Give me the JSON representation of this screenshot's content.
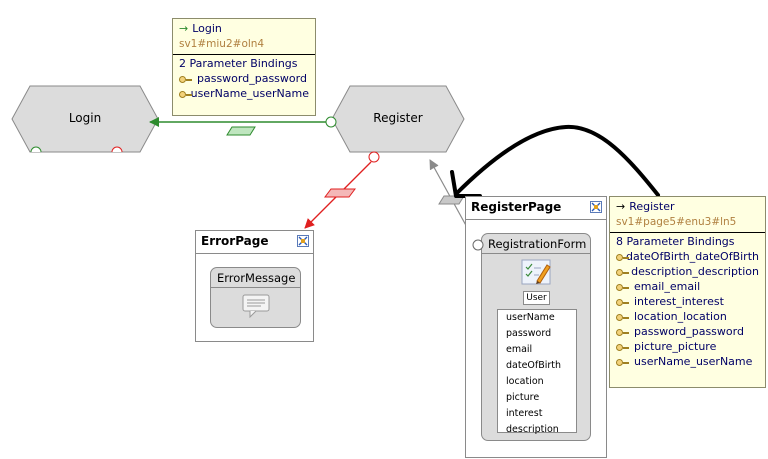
{
  "nodes": {
    "login": {
      "label": "Login"
    },
    "register": {
      "label": "Register"
    }
  },
  "tooltip_login": {
    "title": "Login",
    "id": "sv1#miu2#oln4",
    "bindings_header": "2 Parameter Bindings",
    "bindings": [
      "password_password",
      "userName_userName"
    ]
  },
  "tooltip_register": {
    "title": "Register",
    "id": "sv1#page5#enu3#ln5",
    "bindings_header": "8 Parameter Bindings",
    "bindings": [
      "dateOfBirth_dateOfBirth",
      "description_description",
      "email_email",
      "interest_interest",
      "location_location",
      "password_password",
      "picture_picture",
      "userName_userName"
    ]
  },
  "error_page": {
    "title": "ErrorPage",
    "unit_title": "ErrorMessage"
  },
  "register_page": {
    "title": "RegisterPage",
    "unit_title": "RegistrationForm",
    "entity": "User",
    "fields": [
      "userName",
      "password",
      "email",
      "dateOfBirth",
      "location",
      "picture",
      "interest",
      "description"
    ]
  },
  "colors": {
    "ok_link": "#2e8b2e",
    "ko_link": "#e02020",
    "grey_link": "#8a8a8a",
    "node_fill": "#dcdcdc",
    "tooltip_bg": "#ffffe1"
  },
  "icons": {
    "arrow": "→",
    "key": "key-icon",
    "page": "page-grid-icon",
    "form": "form-edit-icon",
    "message": "speech-bubble-icon"
  }
}
